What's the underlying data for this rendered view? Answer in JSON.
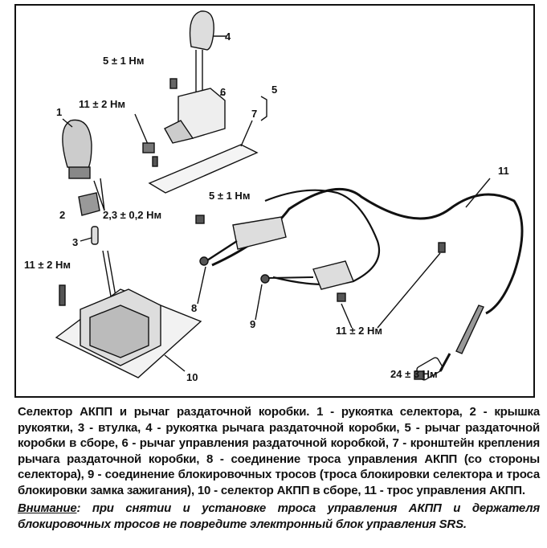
{
  "diagram": {
    "labels": {
      "l4": "4",
      "t5a": "5 ± 1 Нм",
      "l5": "5",
      "l6": "6",
      "t11a": "11 ± 2 Нм",
      "l1": "1",
      "l7": "7",
      "l11": "11",
      "t5b": "5 ± 1 Нм",
      "l2": "2",
      "t23": "2,3 ± 0,2 Нм",
      "l3": "3",
      "t11b": "11 ± 2 Нм",
      "l8": "8",
      "l9": "9",
      "t11c": "11 ± 2 Нм",
      "l10": "10",
      "t24": "24 ± 3 Нм"
    }
  },
  "caption": {
    "text": "Селектор АКПП и рычаг раздаточной коробки. 1 - рукоятка селектора, 2 - крышка рукоятки, 3 - втулка, 4 - рукоятка рычага раздаточной коробки, 5 - рычаг раздаточной коробки в сборе, 6 - рычаг управления раздаточной коробкой, 7 - кронштейн крепления рычага раздаточной коробки, 8 - соединение троса управления АКПП (со стороны селектора), 9 - соединение блокировочных тросов (троса блокировки селектора и троса блокировки замка зажигания), 10 - селектор АКПП в сборе, 11 - трос управления АКПП.",
    "warning_label": "Внимание",
    "warning_text": ": при снятии и установке троса управления АКПП и держателя блокировочных тросов не повредите электронный блок управления SRS."
  }
}
